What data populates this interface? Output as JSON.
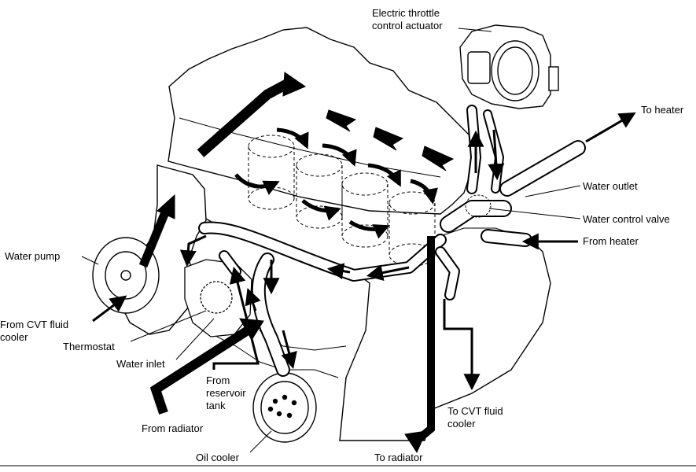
{
  "labels": {
    "electric_throttle": "Electric throttle\ncontrol actuator",
    "to_heater": "To heater",
    "water_outlet": "Water outlet",
    "water_control_valve": "Water control valve",
    "from_heater": "From heater",
    "water_pump": "Water pump",
    "from_cvt_fluid_cooler": "From CVT fluid\ncooler",
    "thermostat": "Thermostat",
    "water_inlet": "Water inlet",
    "from_reservoir_tank": "From\nreservoir\ntank",
    "from_radiator": "From radiator",
    "oil_cooler": "Oil cooler",
    "to_radiator": "To radiator",
    "to_cvt_fluid_cooler": "To CVT fluid\ncooler"
  }
}
